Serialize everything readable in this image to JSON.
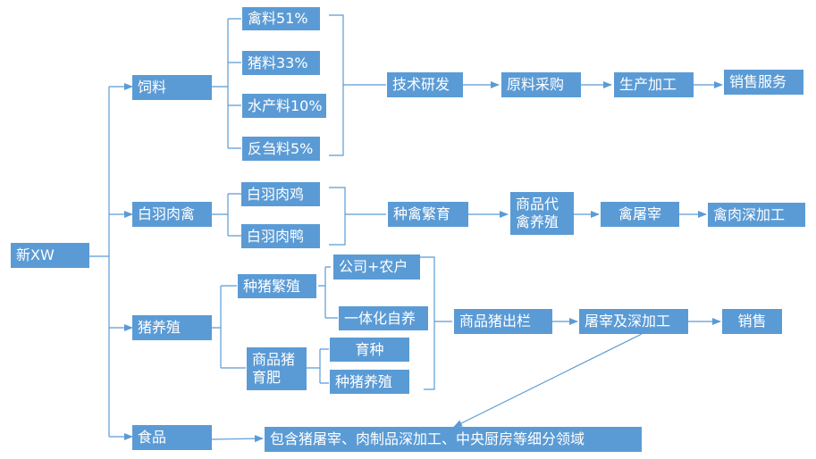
{
  "root": "新XW",
  "categories": {
    "feed": "饲料",
    "broiler": "白羽肉禽",
    "pig": "猪养殖",
    "food": "食品"
  },
  "feed_types": [
    "禽料51%",
    "猪料33%",
    "水产料10%",
    "反刍料5%"
  ],
  "feed_chain": [
    "技术研发",
    "原料采购",
    "生产加工",
    "销售服务"
  ],
  "broiler_types": [
    "白羽肉鸡",
    "白羽肉鸭"
  ],
  "broiler_chain": [
    "种禽繁育",
    "商品代\n禽养殖",
    "禽屠宰",
    "禽肉深加工"
  ],
  "pig_breeding": {
    "label": "种猪繁殖",
    "modes": [
      "公司+农户",
      "一体化自养"
    ]
  },
  "pig_fattening": {
    "label": "商品猪\n育肥",
    "modes": [
      "育种",
      "种猪养殖"
    ]
  },
  "pig_chain": [
    "商品猪出栏",
    "屠宰及深加工",
    "销售"
  ],
  "food_desc": "包含猪屠宰、肉制品深加工、中央厨房等细分领域",
  "colors": {
    "box": "#5b9bd5",
    "text": "#ffffff",
    "line": "#5b9bd5"
  }
}
